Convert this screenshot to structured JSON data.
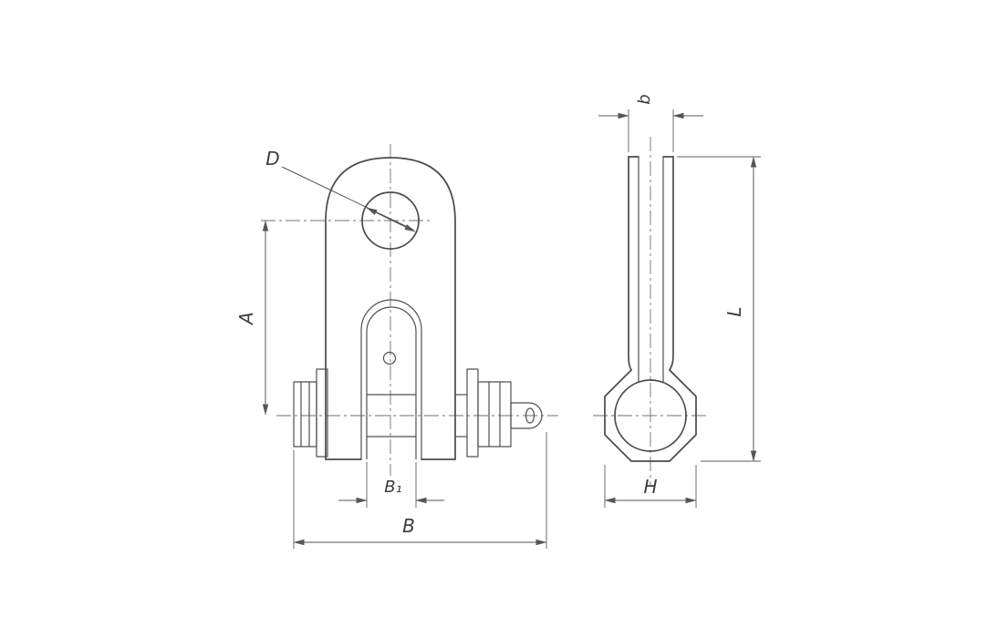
{
  "labels": {
    "hole_diameter": "D",
    "center_height": "A",
    "slot_width": "B₁",
    "overall_width": "B",
    "strap_width": "b",
    "overall_length": "L",
    "eye_width": "H"
  },
  "colors": {
    "line": "#4a4a4a",
    "dimension": "#565656",
    "centerline": "#6f6f6f",
    "background": "#ffffff"
  }
}
